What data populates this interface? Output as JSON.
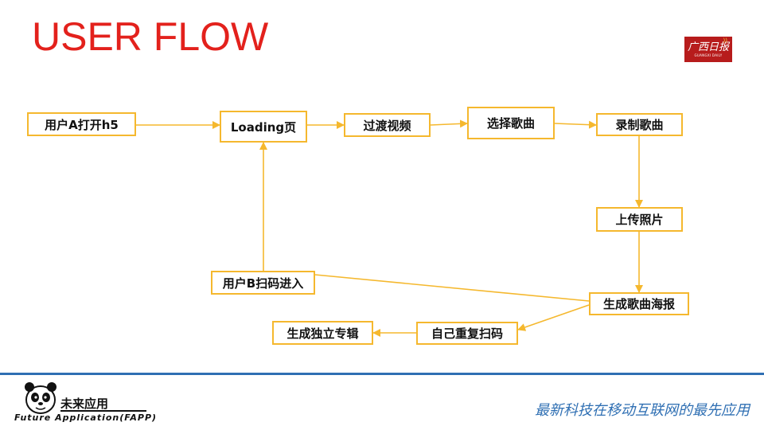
{
  "slide": {
    "title": "USER FLOW",
    "logo": {
      "main": "广西日报",
      "sub": "GUANGXI DAILY"
    },
    "footer": {
      "brand_cn": "未来应用",
      "brand_en": "Future Application(FAPP)",
      "slogan": "最新科技在移动互联网的最先应用"
    }
  },
  "diagram": {
    "nodes": [
      {
        "id": "user-a-open-h5",
        "label": "用户A打开h5"
      },
      {
        "id": "loading-page",
        "label": "Loading页"
      },
      {
        "id": "transition-video",
        "label": "过渡视频"
      },
      {
        "id": "select-song",
        "label": "选择歌曲"
      },
      {
        "id": "record-song",
        "label": "录制歌曲"
      },
      {
        "id": "upload-photo",
        "label": "上传照片"
      },
      {
        "id": "generate-song-poster",
        "label": "生成歌曲海报"
      },
      {
        "id": "user-b-scan-enter",
        "label": "用户B扫码进入"
      },
      {
        "id": "self-repeat-scan",
        "label": "自己重复扫码"
      },
      {
        "id": "generate-album",
        "label": "生成独立专辑"
      }
    ],
    "edges": [
      {
        "from": "user-a-open-h5",
        "to": "loading-page"
      },
      {
        "from": "loading-page",
        "to": "transition-video"
      },
      {
        "from": "transition-video",
        "to": "select-song"
      },
      {
        "from": "select-song",
        "to": "record-song"
      },
      {
        "from": "record-song",
        "to": "upload-photo"
      },
      {
        "from": "upload-photo",
        "to": "generate-song-poster"
      },
      {
        "from": "generate-song-poster",
        "to": "user-b-scan-enter"
      },
      {
        "from": "user-b-scan-enter",
        "to": "loading-page"
      },
      {
        "from": "generate-song-poster",
        "to": "self-repeat-scan"
      },
      {
        "from": "self-repeat-scan",
        "to": "generate-album"
      }
    ],
    "colors": {
      "node_border": "#f5b82e",
      "edge": "#f5b82e",
      "title": "#e3211c",
      "accent": "#2f6fb3"
    }
  }
}
